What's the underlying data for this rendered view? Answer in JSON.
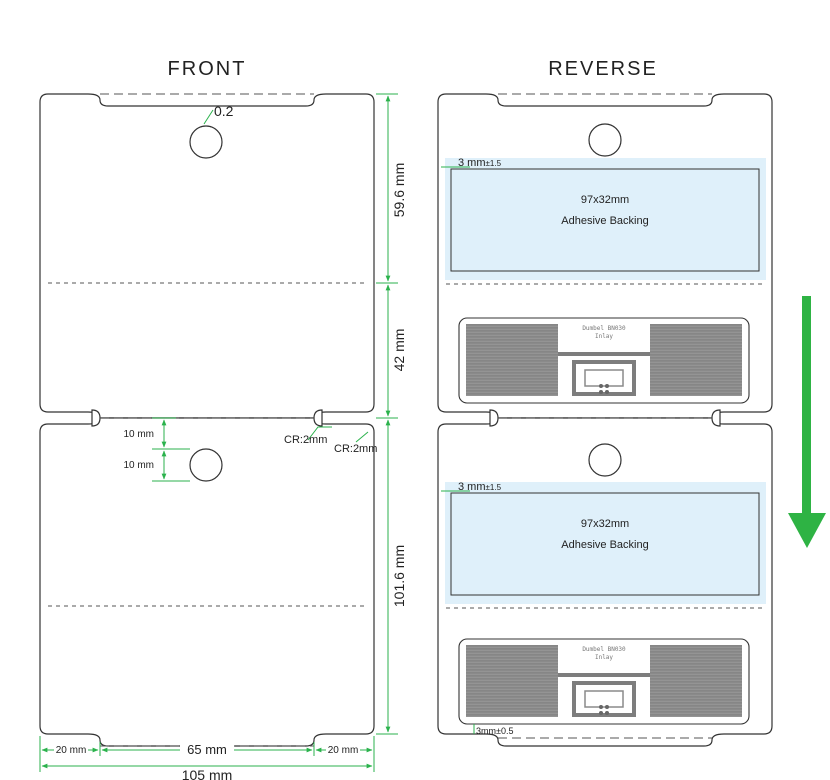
{
  "headings": {
    "front": "FRONT",
    "reverse": "REVERSE"
  },
  "front_dims": {
    "hole_dim": "0.2",
    "height_top": "59.6 mm",
    "height_mid": "42 mm",
    "height_total": "101.6 mm",
    "corner_1": "CR:2mm",
    "corner_2": "CR:2mm",
    "hole_offset_1": "10 mm",
    "hole_offset_2": "10 mm",
    "width_left": "20 mm",
    "width_center": "65 mm",
    "width_right": "20 mm",
    "width_total": "105 mm"
  },
  "reverse_dims": {
    "adhesive_offset_1": "3 mm",
    "adhesive_tol_1": "±1.5",
    "adhesive_size_1": "97x32mm",
    "adhesive_label_1": "Adhesive Backing",
    "inlay_text_1a": "Dumbel BN030",
    "inlay_text_1b": "Inlay",
    "adhesive_offset_2": "3 mm",
    "adhesive_tol_2": "±1.5",
    "adhesive_size_2": "97x32mm",
    "adhesive_label_2": "Adhesive Backing",
    "inlay_text_2a": "Dumbel BN030",
    "inlay_text_2b": "Inlay",
    "bottom_offset": "3mm±0.5"
  },
  "colors": {
    "dimension": "#2bb24c",
    "adhesive": "#dff0fa",
    "arrow": "#2eb344"
  }
}
